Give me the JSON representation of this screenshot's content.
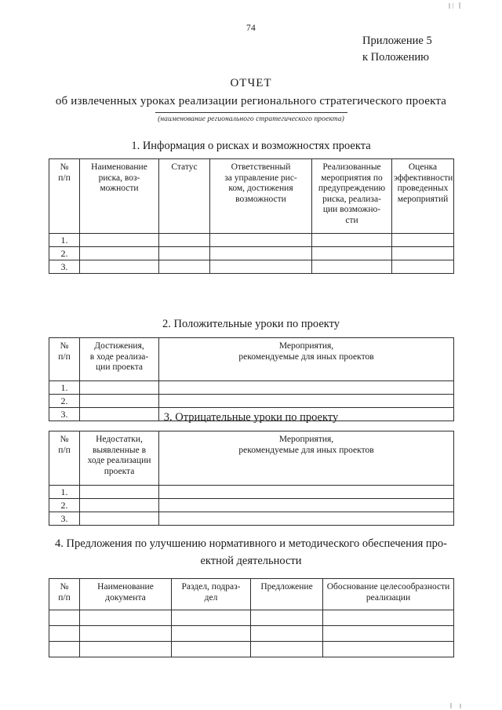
{
  "document": {
    "page_number": "74",
    "appendix": {
      "line1": "Приложение 5",
      "line2": "к Положению"
    },
    "title": {
      "line1": "ОТЧЕТ",
      "line2": "об извлеченных уроках реализации регионального стратегического проекта"
    },
    "fill_caption": "(наименование регионального стратегического проекта)"
  },
  "sections": [
    {
      "heading": "1. Информация о рисках и возможностях проекта",
      "table": {
        "headers": [
          "№\nп/п",
          "Наименование риска, воз-можности",
          "Статус",
          "Ответственный за управление рис-ком, достижения возможности",
          "Реализованные мероприятия по предупреждению риска, реализа-ции возможно-сти",
          "Оценка эффективности проведенных мероприятий"
        ],
        "header_lines": [
          [
            "№",
            "п/п"
          ],
          [
            "Наименование",
            "риска, воз-",
            "можности"
          ],
          [
            "Статус"
          ],
          [
            "Ответственный",
            "за управление рис-",
            "ком, достижения",
            "возможности"
          ],
          [
            "Реализованные",
            "мероприятия по",
            "предупреждению",
            "риска, реализа-",
            "ции возможно-",
            "сти"
          ],
          [
            "Оценка",
            "эффективности",
            "проведенных",
            "мероприятий"
          ]
        ],
        "rows": [
          [
            "1.",
            "",
            "",
            "",
            "",
            ""
          ],
          [
            "2.",
            "",
            "",
            "",
            "",
            ""
          ],
          [
            "3.",
            "",
            "",
            "",
            "",
            ""
          ]
        ]
      }
    },
    {
      "heading": "2. Положительные уроки по проекту",
      "table": {
        "header_lines": [
          [
            "№",
            "п/п"
          ],
          [
            "Достижения,",
            "в ходе реализа-",
            "ции проекта"
          ],
          [
            "Мероприятия,",
            "рекомендуемые для иных проектов"
          ]
        ],
        "rows": [
          [
            "1.",
            "",
            ""
          ],
          [
            "2.",
            "",
            ""
          ],
          [
            "3.",
            "",
            ""
          ]
        ]
      }
    },
    {
      "heading": "3. Отрицательные уроки по проекту",
      "table": {
        "header_lines": [
          [
            "№",
            "п/п"
          ],
          [
            "Недостатки,",
            "выявленные в",
            "ходе реализации",
            "проекта"
          ],
          [
            "Мероприятия,",
            "рекомендуемые для иных проектов"
          ]
        ],
        "rows": [
          [
            "1.",
            "",
            ""
          ],
          [
            "2.",
            "",
            ""
          ],
          [
            "3.",
            "",
            ""
          ]
        ]
      }
    },
    {
      "heading": "4. Предложения по улучшению нормативного и методического обеспечения про-ектной деятельности",
      "heading_lines": [
        "4. Предложения по улучшению нормативного и методического обеспечения про-",
        "ектной деятельности"
      ],
      "table": {
        "header_lines": [
          [
            "№",
            "п/п"
          ],
          [
            "Наименование",
            "документа"
          ],
          [
            "Раздел, подраз-",
            "дел"
          ],
          [
            "Предложение"
          ],
          [
            "Обоснование целесообразности",
            "реализации"
          ]
        ],
        "rows": [
          [
            "",
            "",
            "",
            "",
            ""
          ],
          [
            "",
            "",
            "",
            "",
            ""
          ],
          [
            "",
            "",
            "",
            "",
            ""
          ]
        ]
      }
    }
  ]
}
